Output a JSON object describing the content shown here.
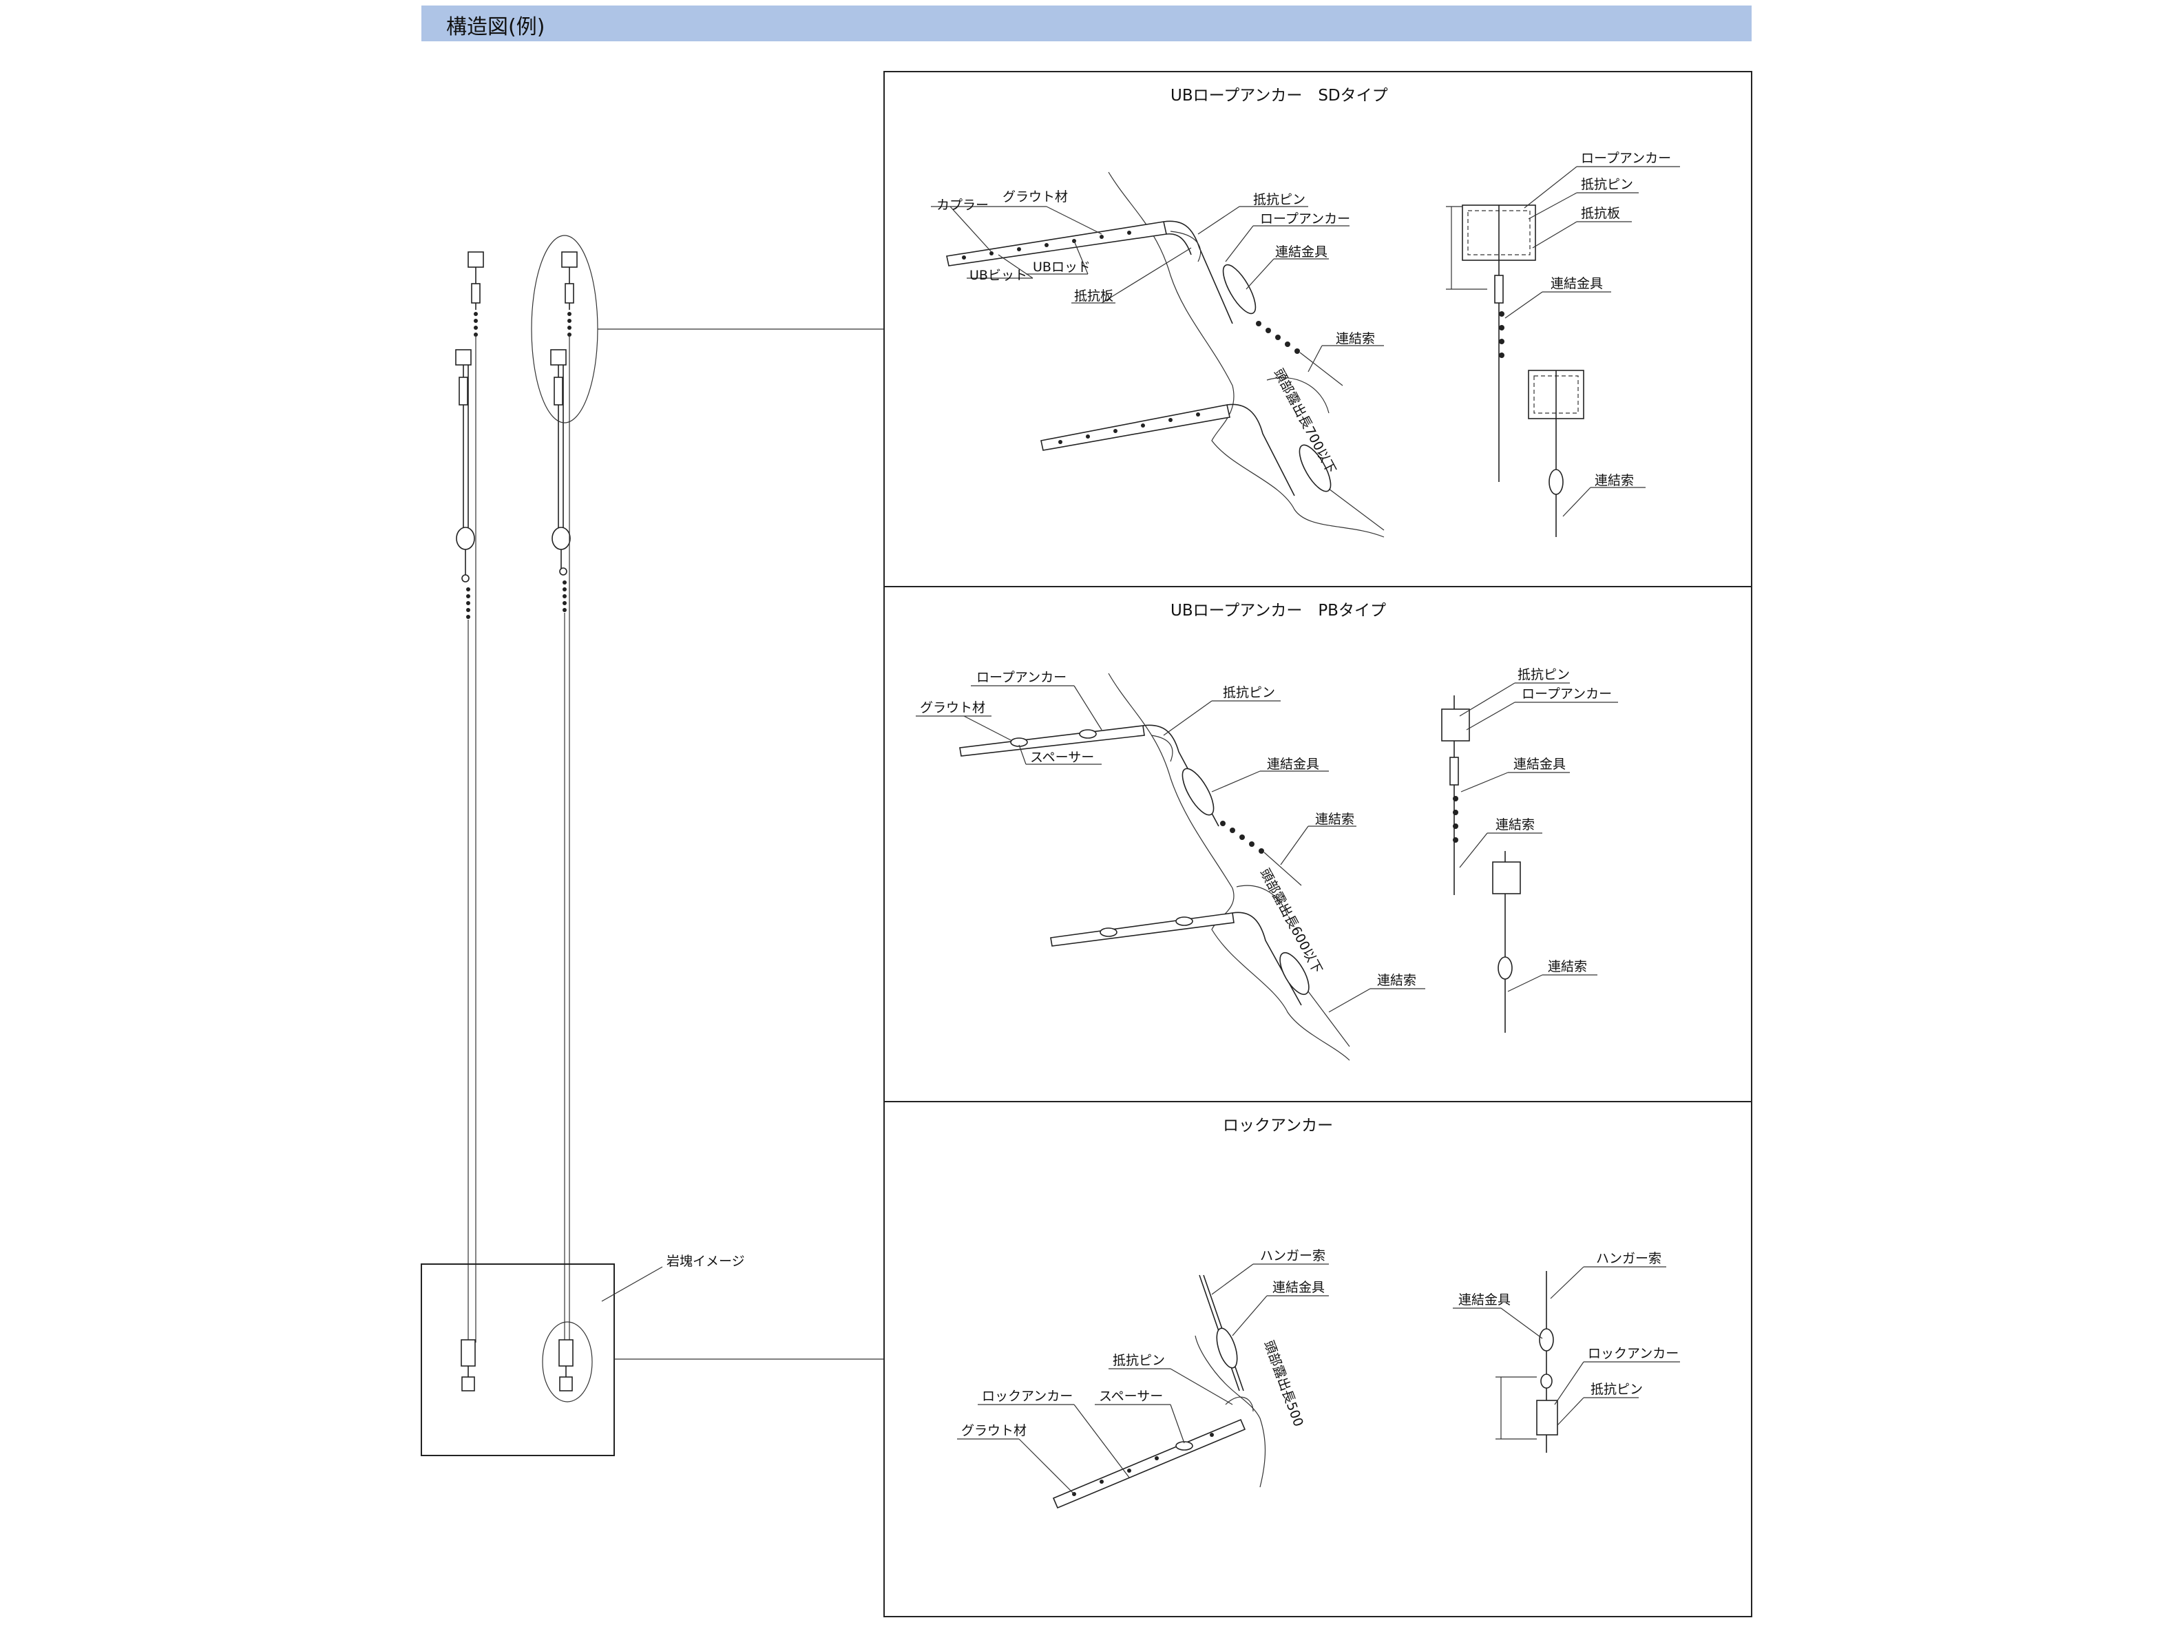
{
  "header": {
    "title": "構造図(例)"
  },
  "overview": {
    "block_label": "岩塊イメージ"
  },
  "panels": {
    "sd": {
      "title": "UBロープアンカー　SDタイプ",
      "labels": {
        "grout": "グラウト材",
        "coupler": "カプラー",
        "resist_pin": "抵抗ピン",
        "rope_anchor": "ロープアンカー",
        "connector": "連結金具",
        "ub_rod": "UBロッド",
        "ub_bit": "UBビット",
        "resist_plate": "抵抗板",
        "cable": "連結索",
        "dim": "頭部露出長700以下",
        "side_rope_anchor": "ロープアンカー",
        "side_resist_pin": "抵抗ピン",
        "side_resist_plate": "抵抗板",
        "side_connector": "連結金具",
        "side_cable": "連結索"
      }
    },
    "pb": {
      "title": "UBロープアンカー　PBタイプ",
      "labels": {
        "rope_anchor": "ロープアンカー",
        "grout": "グラウト材",
        "resist_pin": "抵抗ピン",
        "spacer": "スペーサー",
        "connector": "連結金具",
        "cable": "連結索",
        "dim": "頭部露出長600以下",
        "cable2": "連結索",
        "side_resist_pin": "抵抗ピン",
        "side_rope_anchor": "ロープアンカー",
        "side_connector": "連結金具",
        "side_cable": "連結索",
        "side_cable2": "連結索"
      }
    },
    "rock": {
      "title": "ロックアンカー",
      "labels": {
        "hanger": "ハンガー索",
        "connector": "連結金具",
        "resist_pin": "抵抗ピン",
        "rock_anchor": "ロックアンカー",
        "spacer": "スペーサー",
        "grout": "グラウト材",
        "dim": "頭部露出長500",
        "side_hanger": "ハンガー索",
        "side_connector": "連結金具",
        "side_rock_anchor": "ロックアンカー",
        "side_resist_pin": "抵抗ピン"
      }
    }
  }
}
